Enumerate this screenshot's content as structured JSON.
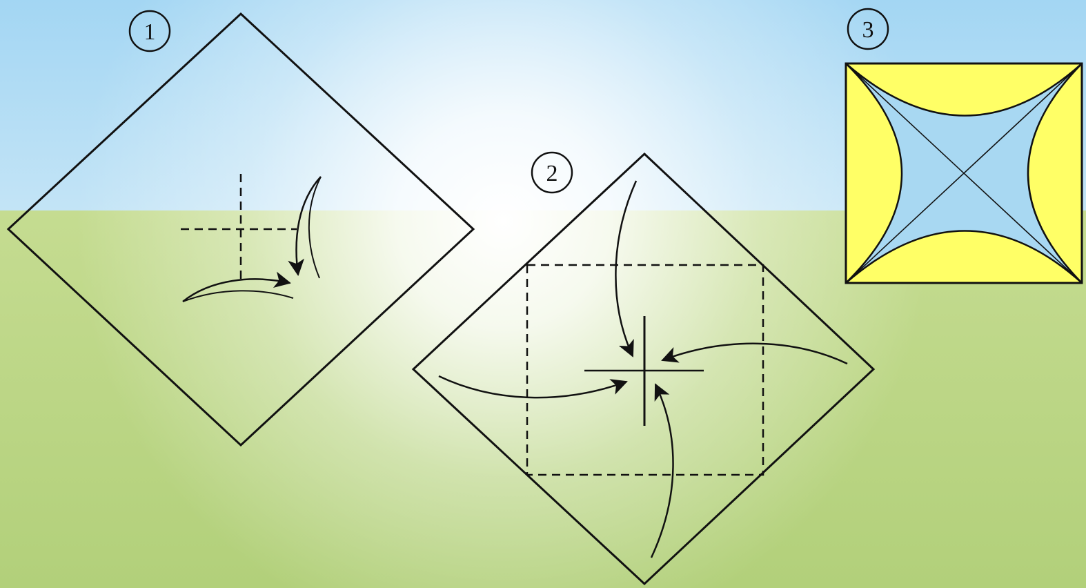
{
  "steps": [
    {
      "number": "1"
    },
    {
      "number": "2"
    },
    {
      "number": "3"
    }
  ],
  "colors": {
    "sky_top": "#a9d9f4",
    "sky_glow": "#ffffff",
    "ground_light": "#eef5d8",
    "ground": "#b4d27a",
    "paper_yellow": "#ffff66",
    "gap_blue": "#a8d8f2",
    "line": "#111111"
  }
}
